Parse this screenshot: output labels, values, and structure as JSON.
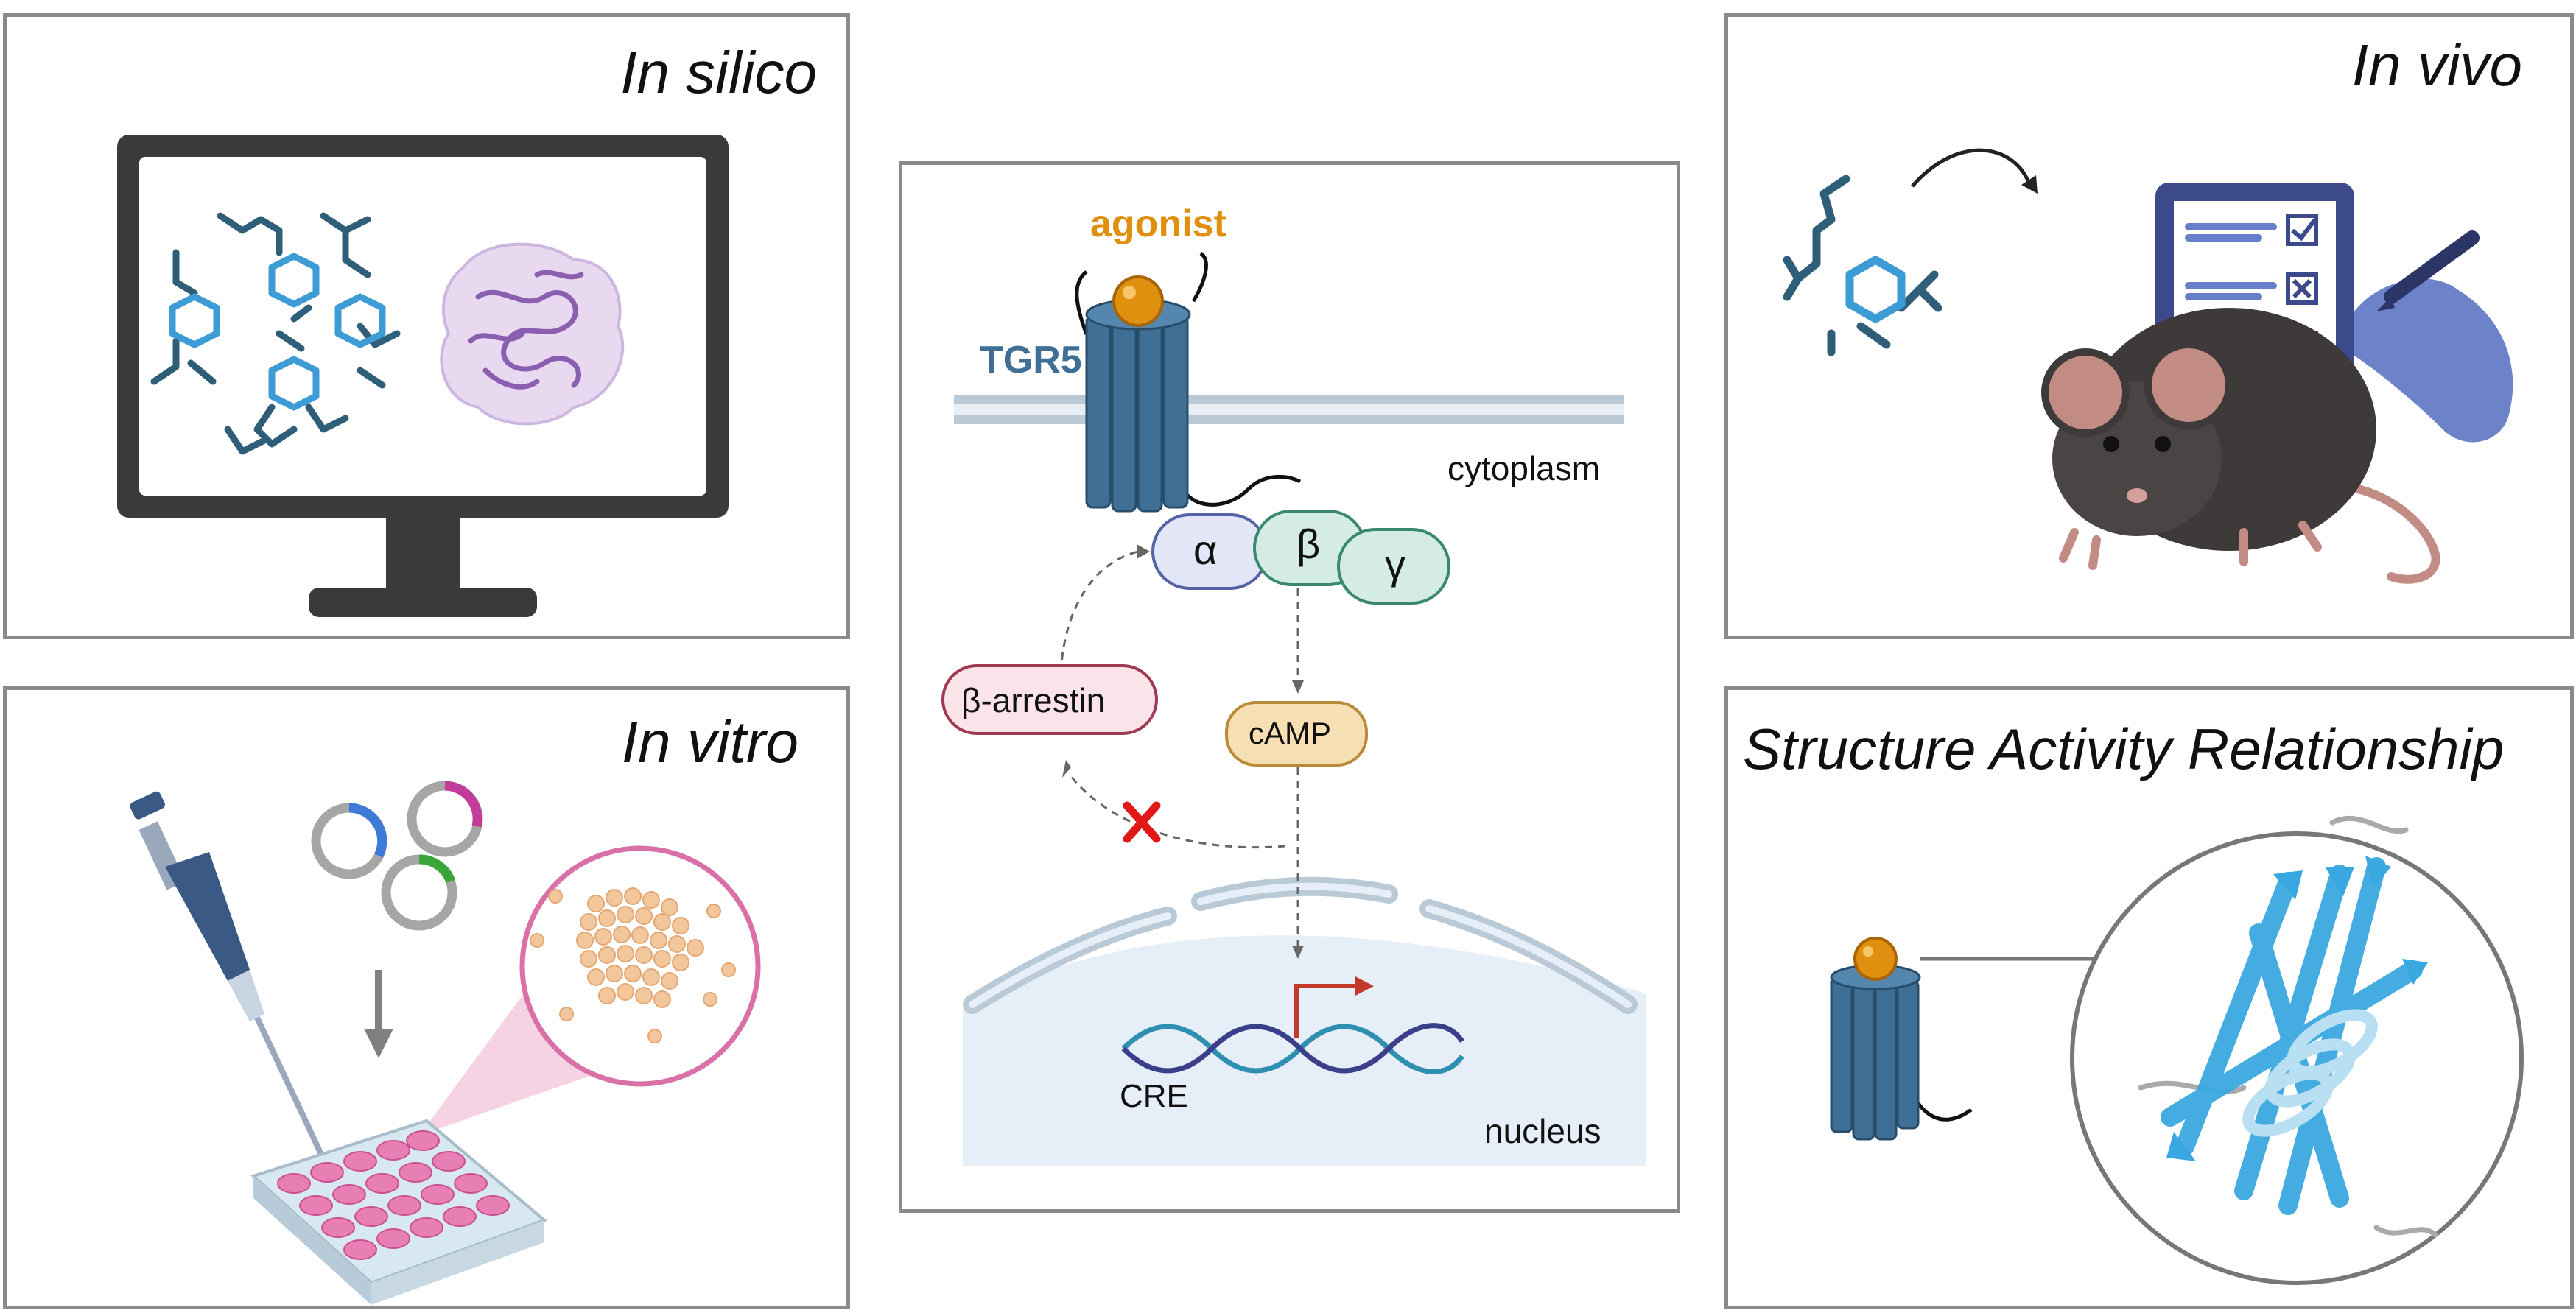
{
  "panels": {
    "in_silico": {
      "title": "In silico"
    },
    "in_vitro": {
      "title": "In vitro"
    },
    "in_vivo": {
      "title": "In vivo"
    },
    "sar": {
      "title": "Structure Activity Relationship"
    }
  },
  "pathway": {
    "agonist": "agonist",
    "receptor": "TGR5",
    "cytoplasm": "cytoplasm",
    "alpha": "α",
    "beta": "β",
    "gamma": "γ",
    "arrestin": "β-arrestin",
    "camp": "cAMP",
    "cre": "CRE",
    "nucleus": "nucleus"
  },
  "colors": {
    "molecule_dark": "#2f5f78",
    "molecule_light": "#3d9bd6",
    "receptor": "#3f6f94",
    "agonist_ball": "#e0900f",
    "agonist_text": "#e0900f",
    "panel_border": "#8a8a8a"
  }
}
